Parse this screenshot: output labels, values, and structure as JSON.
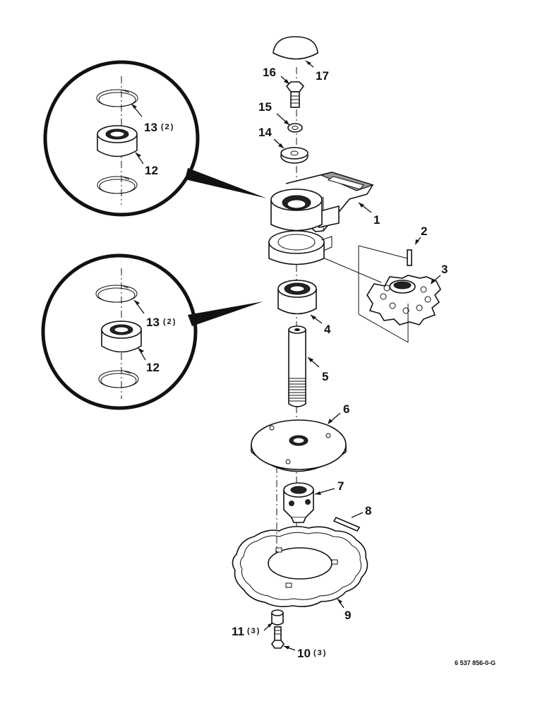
{
  "callouts": [
    {
      "id": "1",
      "qty": ""
    },
    {
      "id": "2",
      "qty": ""
    },
    {
      "id": "3",
      "qty": ""
    },
    {
      "id": "4",
      "qty": ""
    },
    {
      "id": "5",
      "qty": ""
    },
    {
      "id": "6",
      "qty": ""
    },
    {
      "id": "7",
      "qty": ""
    },
    {
      "id": "8",
      "qty": ""
    },
    {
      "id": "9",
      "qty": ""
    },
    {
      "id": "10",
      "qty": "(3)"
    },
    {
      "id": "11",
      "qty": "(3)"
    },
    {
      "id": "12",
      "qty": ""
    },
    {
      "id": "13",
      "qty": "(2)"
    },
    {
      "id": "14",
      "qty": ""
    },
    {
      "id": "15",
      "qty": ""
    },
    {
      "id": "16",
      "qty": ""
    },
    {
      "id": "17",
      "qty": ""
    }
  ],
  "detail_upper": {
    "ring_top": "13",
    "ring_top_qty": "(2)",
    "bearing": "12"
  },
  "detail_lower": {
    "ring_top": "13",
    "ring_top_qty": "(2)",
    "bearing": "12"
  },
  "drawing_code": "6 537 856-0-G"
}
